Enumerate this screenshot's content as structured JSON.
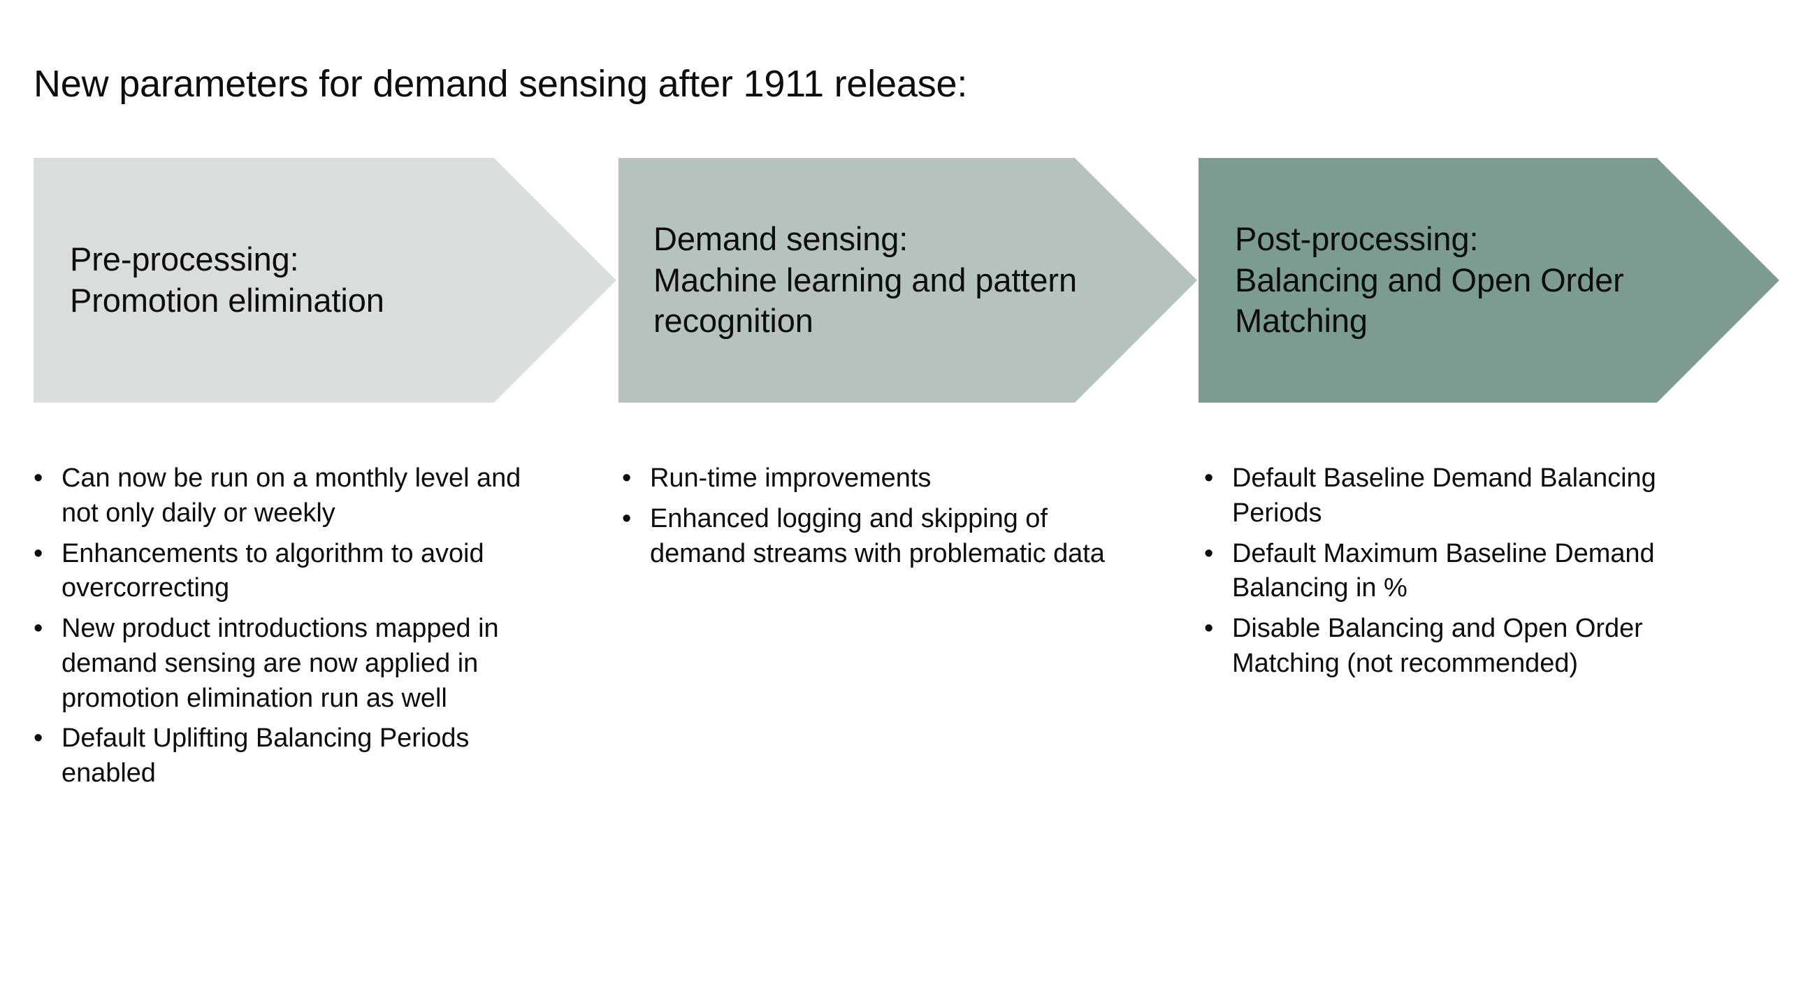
{
  "slide": {
    "title": "New parameters for demand sensing after 1911 release:",
    "background_color": "#FFFFFF",
    "text_color": "#0D0D0D"
  },
  "process": {
    "stages": [
      {
        "id": "pre-processing",
        "label": "Pre-processing:\nPromotion elimination",
        "fill_color": "#D9DEDC",
        "bullets": [
          "Can now be run on a monthly level and not only daily or weekly",
          "Enhancements to algorithm to avoid overcorrecting",
          "New product introductions mapped in demand sensing are now applied in promotion elimination run as well",
          "Default Uplifting Balancing Periods enabled"
        ]
      },
      {
        "id": "demand-sensing",
        "label": "Demand sensing:\nMachine learning and pattern recognition",
        "fill_color": "#B6C2C0",
        "bullets": [
          "Run-time improvements",
          "Enhanced logging and skipping of demand streams with problematic data"
        ]
      },
      {
        "id": "post-processing",
        "label": "Post-processing:\nBalancing and Open Order Matching",
        "fill_color": "#7C9B93",
        "bullets": [
          "Default Baseline Demand Balancing Periods",
          "Default Maximum Baseline Demand Balancing in %",
          "Disable Balancing and Open Order Matching (not recommended)"
        ]
      }
    ],
    "bullet_glyph": "•"
  }
}
